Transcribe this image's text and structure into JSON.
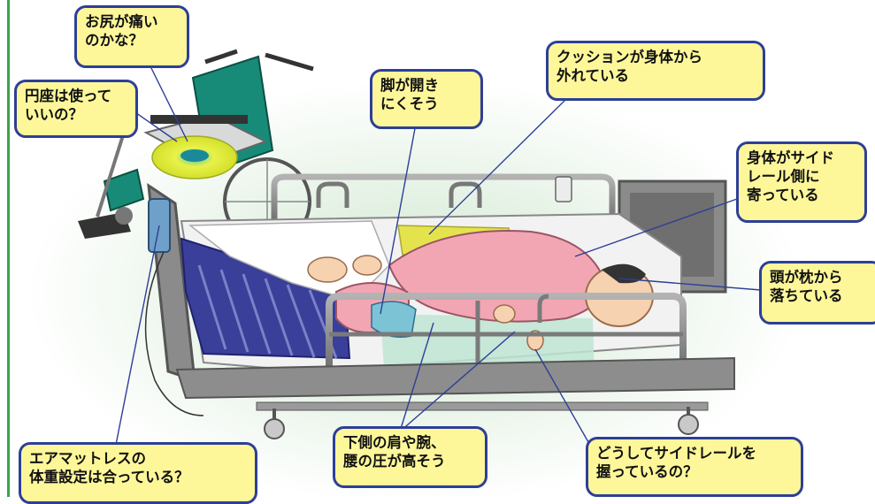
{
  "callouts": {
    "buttocks_pain": "お尻が痛い\nのかな？",
    "donut_cushion": "円座は使って\nいいの？",
    "legs": "脚が開き\nにくそう",
    "cushion": "クッションが身体から\n外れている",
    "body_siderail": "身体がサイド\nレール側に\n寄っている",
    "head_pillow": "頭が枕から\n落ちている",
    "air_mattress": "エアマットレスの\n体重設定は合っている？",
    "pressure": "下側の肩や腕、\n腰の圧が高そう",
    "grip_rail": "どうしてサイドレールを\n握っているの？"
  },
  "colors": {
    "callout_fill": "#fdf79a",
    "callout_border": "#2d3f97",
    "frame_green": "#3aa34a",
    "wheelchair_green": "#178b78",
    "mattress_blue": "#3a3f9a",
    "gown_pink": "#f2a6b3",
    "rail_gray": "#8a8a8a"
  }
}
